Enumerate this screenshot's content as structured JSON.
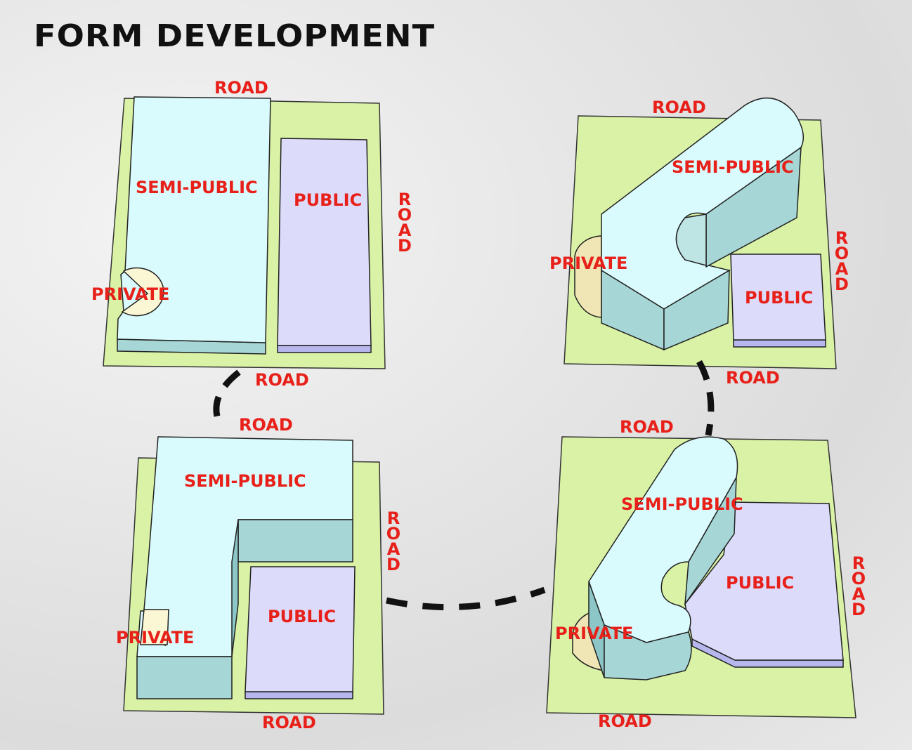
{
  "title": "FORM DEVELOPMENT",
  "colors": {
    "site": "#d9f2a6",
    "semi_public": "#dafbfd",
    "semi_public_side": "#a6d6d6",
    "public": "#dcdcfa",
    "public_side": "#b7b7ee",
    "private": "#fbf6d3",
    "private_side": "#efe5b5",
    "label": "#e8201a",
    "connector": "#111111"
  },
  "panels": [
    {
      "roads": [
        "ROAD",
        "ROAD",
        "ROAD"
      ],
      "zones": {
        "semi_public": "SEMI-PUBLIC",
        "public": "PUBLIC",
        "private": "PRIVATE"
      }
    },
    {
      "roads": [
        "ROAD",
        "ROAD",
        "ROAD"
      ],
      "zones": {
        "semi_public": "SEMI-PUBLIC",
        "public": "PUBLIC",
        "private": "PRIVATE"
      }
    },
    {
      "roads": [
        "ROAD",
        "ROAD",
        "ROAD"
      ],
      "zones": {
        "semi_public": "SEMI-PUBLIC",
        "public": "PUBLIC",
        "private": "PRIVATE"
      }
    },
    {
      "roads": [
        "ROAD",
        "ROAD",
        "ROAD"
      ],
      "zones": {
        "semi_public": "SEMI-PUBLIC",
        "public": "PUBLIC",
        "private": "PRIVATE"
      }
    }
  ]
}
